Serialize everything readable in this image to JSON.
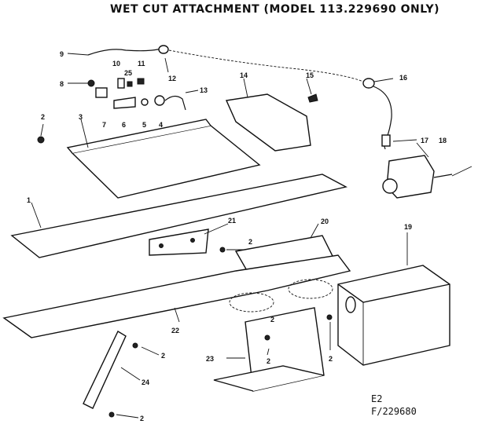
{
  "title": "WET CUT ATTACHMENT (MODEL 113.229690 ONLY)",
  "callouts": {
    "c1": "1",
    "c2a": "2",
    "c2b": "2",
    "c2c": "2",
    "c2d": "2",
    "c2e": "2",
    "c2f": "2",
    "c2g": "2",
    "c3": "3",
    "c4": "4",
    "c5": "5",
    "c6": "6",
    "c7": "7",
    "c8": "8",
    "c9": "9",
    "c10": "10",
    "c11": "11",
    "c12": "12",
    "c13": "13",
    "c14": "14",
    "c15": "15",
    "c16": "16",
    "c17": "17",
    "c18": "18",
    "c19": "19",
    "c20": "20",
    "c21": "21",
    "c22": "22",
    "c23": "23",
    "c24": "24",
    "c25": "25"
  },
  "reference": {
    "line1": "E2",
    "line2": "F/229680"
  }
}
